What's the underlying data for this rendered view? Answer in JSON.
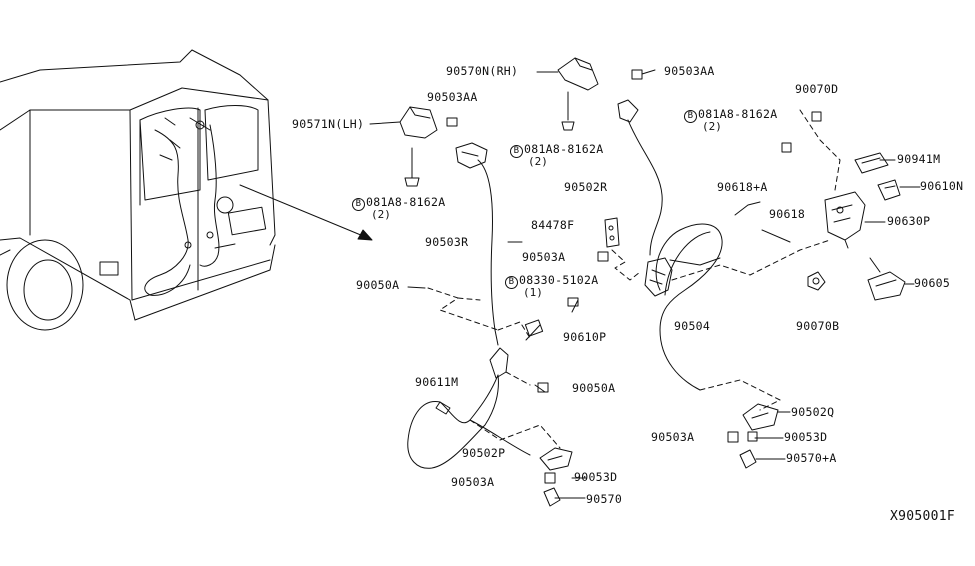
{
  "diagram_id": "X905001F",
  "labels": {
    "p90571N": "90571N(LH)",
    "p90503AA_l": "90503AA",
    "p081A8_left": "081A8-8162A",
    "p081A8_left_qty": "(2)",
    "p90050A_top": "90050A",
    "p90503R": "90503R",
    "p90570N": "90570N(RH)",
    "p081A8_mid": "081A8-8162A",
    "p081A8_mid_qty": "(2)",
    "p90503AA_r": "90503AA",
    "p90502R": "90502R",
    "p84478F": "84478F",
    "p90503A_mid": "90503A",
    "p08330": "08330-5102A",
    "p08330_qty": "(1)",
    "p90610P": "90610P",
    "p90611M": "90611M",
    "p90050A_low": "90050A",
    "p90502P": "90502P",
    "p90503A_low": "90503A",
    "p90053D_low": "90053D",
    "p90570": "90570",
    "p081A8_right": "081A8-8162A",
    "p081A8_right_qty": "(2)",
    "p90070D": "90070D",
    "p90941M": "90941M",
    "p90610N": "90610N",
    "p90618A": "90618+A",
    "p90618": "90618",
    "p90630P": "90630P",
    "p90504": "90504",
    "p90605": "90605",
    "p90070B": "90070B",
    "p90502Q": "90502Q",
    "p90503A_right": "90503A",
    "p90053D_right": "90053D",
    "p90570A": "90570+A"
  },
  "bolt_marker": "B"
}
